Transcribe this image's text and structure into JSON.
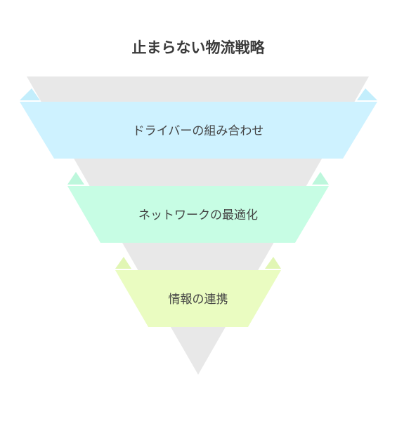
{
  "diagram": {
    "title": "止まらない物流戦略",
    "levels": [
      {
        "label": "ドライバーの組み合わせ",
        "color": "#cef2ff",
        "accent": "#c3eefc"
      },
      {
        "label": "ネットワークの最適化",
        "color": "#c7fde4",
        "accent": "#bdf7dc"
      },
      {
        "label": "情報の連携",
        "color": "#eafcc1",
        "accent": "#e1f6b4"
      }
    ],
    "backgroundFunnelColor": "#e8e8e8"
  }
}
